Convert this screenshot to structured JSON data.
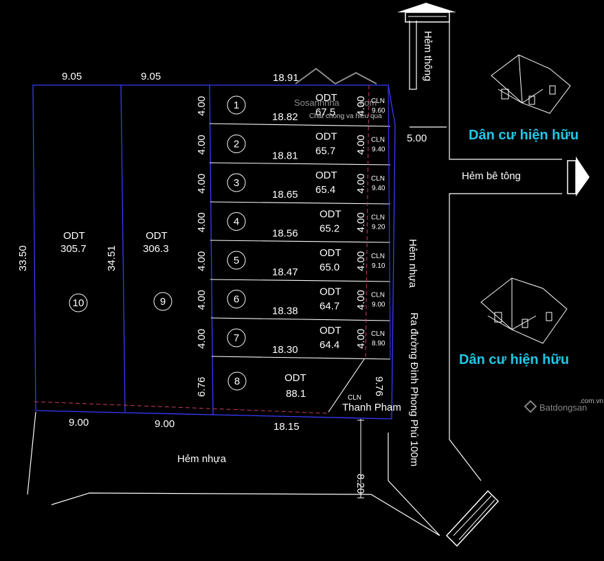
{
  "top_dims": [
    "9.05",
    "9.05",
    "18.91"
  ],
  "bottom_dims": [
    "9.00",
    "9.00",
    "18.15"
  ],
  "left_dims": [
    "33.50",
    "34.51"
  ],
  "large_lots": [
    {
      "number": "10",
      "type": "ODT",
      "area": "305.7"
    },
    {
      "number": "9",
      "type": "ODT",
      "area": "306.3"
    }
  ],
  "lots": [
    {
      "number": "1",
      "width": "4.00",
      "length": "18.82",
      "type": "ODT",
      "area": "67.5",
      "depth": "4.00",
      "cln": "CLN",
      "cln_val": "9.60"
    },
    {
      "number": "2",
      "width": "4.00",
      "length": "18.81",
      "type": "ODT",
      "area": "65.7",
      "depth": "4.00",
      "cln": "CLN",
      "cln_val": "9.40"
    },
    {
      "number": "3",
      "width": "4.00",
      "length": "18.65",
      "type": "ODT",
      "area": "65.4",
      "depth": "4.00",
      "cln": "CLN",
      "cln_val": "9.40"
    },
    {
      "number": "4",
      "width": "4.00",
      "length": "18.56",
      "type": "ODT",
      "area": "65.2",
      "depth": "4.00",
      "cln": "CLN",
      "cln_val": "9.20"
    },
    {
      "number": "5",
      "width": "4.00",
      "length": "18.47",
      "type": "ODT",
      "area": "65.0",
      "depth": "4.00",
      "cln": "CLN",
      "cln_val": "9.10"
    },
    {
      "number": "6",
      "width": "4.00",
      "length": "18.38",
      "type": "ODT",
      "area": "64.7",
      "depth": "4.00",
      "cln": "CLN",
      "cln_val": "9.00"
    },
    {
      "number": "7",
      "width": "4.00",
      "length": "18.30",
      "type": "ODT",
      "area": "64.4",
      "depth": "4.00",
      "cln": "CLN",
      "cln_val": "8.90"
    }
  ],
  "lot8": {
    "number": "8",
    "width": "6.76",
    "type": "ODT",
    "area": "88.1",
    "side": "9.76",
    "cln": "CLN"
  },
  "roads": {
    "hem_thong": "Hẻm thông",
    "hem_be_tong": "Hẻm bê tông",
    "hem_nhua_right": "Hẻm nhựa",
    "hem_nhua_bottom": "Hẻm nhựa",
    "ra_duong": "Ra đường Đình Phong Phú 100m",
    "width_5": "5.00",
    "width_820": "8.20"
  },
  "residents": [
    "Dân cư hiện hữu",
    "Dân cư hiện hữu"
  ],
  "watermarks": {
    "author": "Thanh Pham",
    "sosanh": "Sosanhnha",
    "sosanh_sub": ".com",
    "sosanh_tag": "Chat chong va hieu qua",
    "bds": "Batdongsan",
    "bds_sub": ".com.vn"
  },
  "colors": {
    "boundary": "#3a3aff",
    "lot_lines": "#ffffff",
    "dashed": "#c83c64",
    "resident_text": "#1ec8e8"
  }
}
